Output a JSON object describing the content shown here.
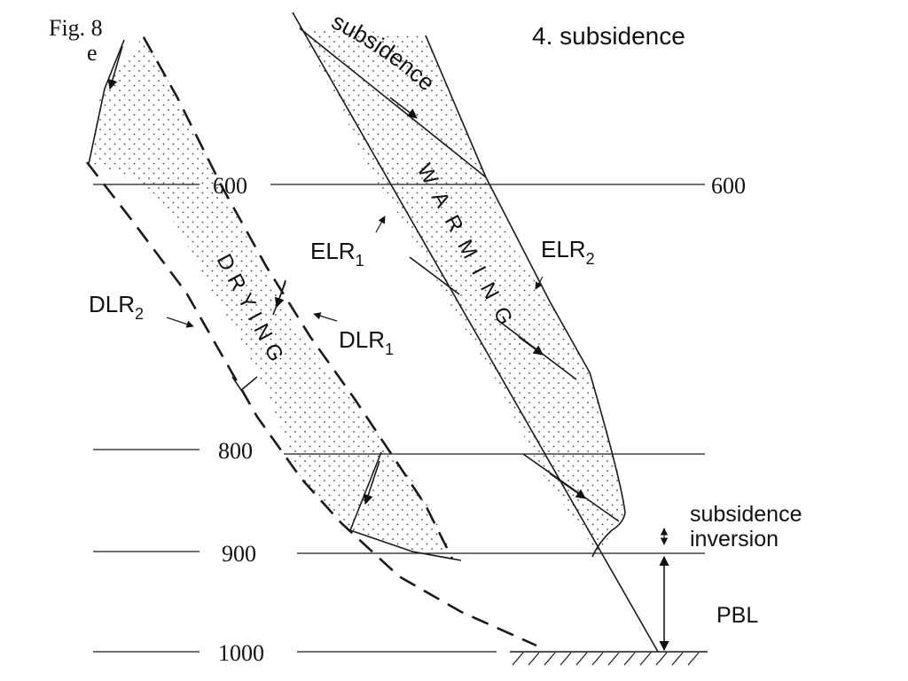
{
  "figure": {
    "fig_label": "Fig. 8",
    "panel_letter": "e",
    "slide_title": "4. subsidence",
    "pressure_levels_left": [
      "600",
      "800",
      "900",
      "1000"
    ],
    "pressure_level_right": "600",
    "labels": {
      "subsidence_curved": "subsidence",
      "warming": "WARMING",
      "drying": "DRYING",
      "elr1": "ELR",
      "elr1_sub": "1",
      "elr2": "ELR",
      "elr2_sub": "2",
      "dlr1": "DLR",
      "dlr1_sub": "1",
      "dlr2": "DLR",
      "dlr2_sub": "2",
      "subsidence_inversion_line1": "subsidence",
      "subsidence_inversion_line2": "inversion",
      "pbl": "PBL"
    }
  }
}
